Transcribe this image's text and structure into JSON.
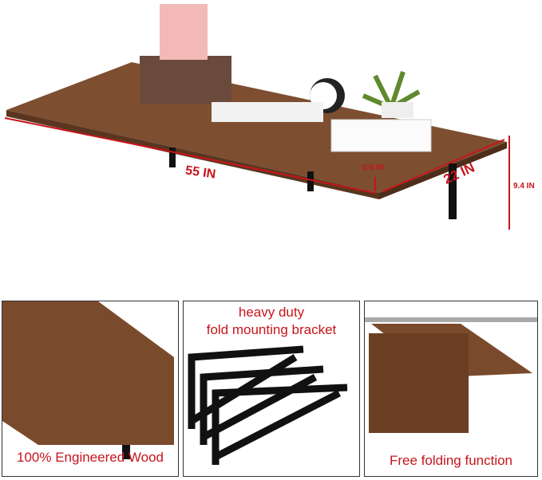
{
  "dimensions": {
    "length": "55 IN",
    "depth": "22 IN",
    "thickness": "0.6 IN",
    "height": "9.4 IN"
  },
  "panels": [
    {
      "caption": "100% Engineered Wood"
    },
    {
      "caption_line1": "heavy duty",
      "caption_line2": "fold mounting bracket"
    },
    {
      "caption": "Free folding function"
    }
  ],
  "colors": {
    "accent": "#c8141b",
    "wood": "#7a4a2c"
  }
}
